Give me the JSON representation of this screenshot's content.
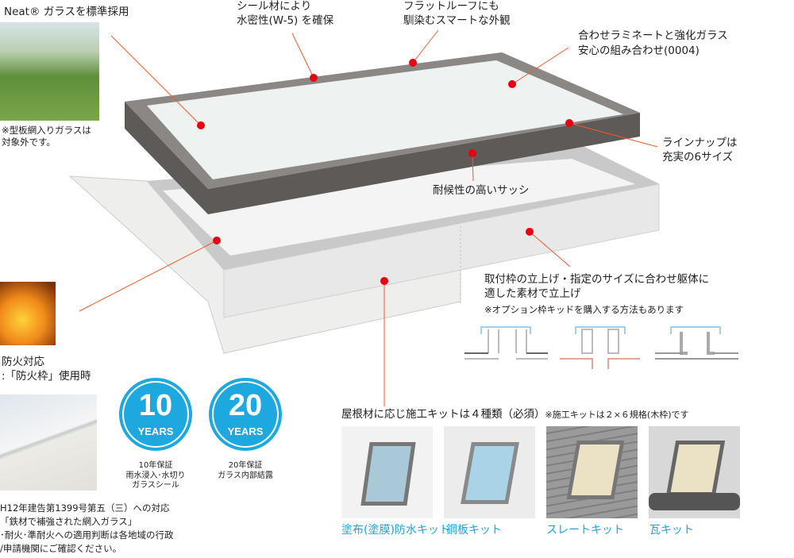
{
  "callouts": {
    "neat_glass": "Neat® ガラスを標準採用",
    "neat_note": [
      "※型板網入りガラスは",
      "対象外です。"
    ],
    "seal": [
      "シール材により",
      "水密性(W-5) を確保"
    ],
    "flat_roof": [
      "フラットルーフにも",
      "馴染むスマートな外観"
    ],
    "laminate": [
      "合わせラミネートと強化ガラス",
      "安心の組み合わせ(0004)"
    ],
    "lineup": [
      "ラインナップは",
      "充実の6サイズ"
    ],
    "sash": "耐候性の高いサッシ",
    "curb": [
      "取付枠の立上げ・指定のサイズに合わせ躯体に",
      "適した素材で立上げ"
    ],
    "curb_note": "※オプション枠キッドを購入する方法もあります",
    "fire": [
      "防火対応",
      ":「防火枠」使用時"
    ],
    "kits_title": "屋根材に応じ施工キットは４種類（必須）",
    "kits_note": "※施工キットは２×６規格(木枠)です",
    "regulation": [
      "H12年建告第1399号第五（三）への対応",
      "「鉄材で補強された網入ガラス」",
      "･耐火･準耐火への適用判断は各地域の行政",
      "/申請機関にご確認ください。"
    ]
  },
  "badges": [
    {
      "number": "10",
      "unit": "YEARS",
      "caption": [
        "10年保証",
        "雨水浸入･水切り",
        "ガラスシール"
      ]
    },
    {
      "number": "20",
      "unit": "YEARS",
      "caption": [
        "20年保証",
        "ガラス内部結露"
      ]
    }
  ],
  "kits": [
    {
      "label": "塗布(塗膜)防水キット"
    },
    {
      "label": "鋼板キット"
    },
    {
      "label": "スレートキット"
    },
    {
      "label": "瓦キット"
    }
  ],
  "colors": {
    "accent": "#1ea8e0",
    "dot": "#e60012",
    "leader": "#f05a28"
  }
}
